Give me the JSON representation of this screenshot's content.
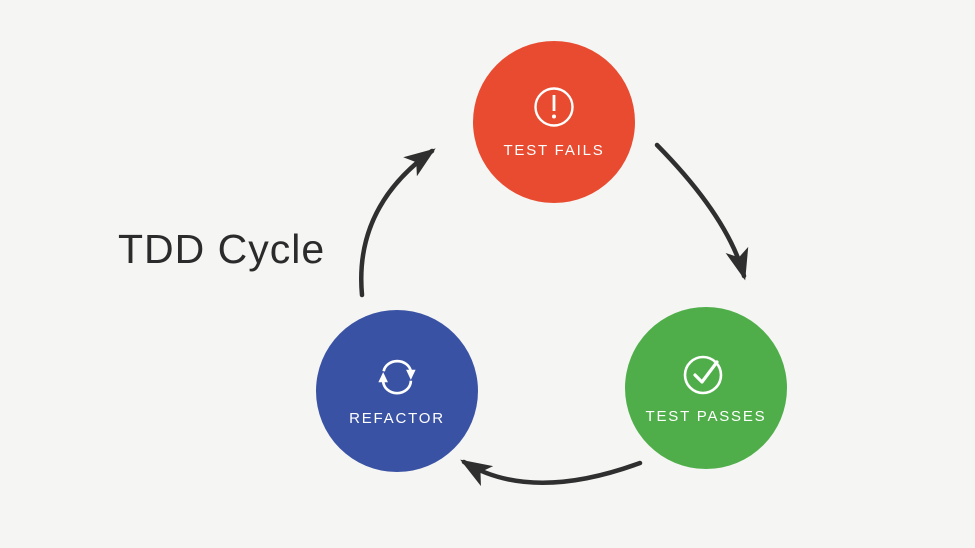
{
  "title": "TDD Cycle",
  "colors": {
    "background": "#f5f5f3",
    "arrow": "#2f2f2f",
    "title_text": "#2b2b2b",
    "node_text": "#ffffff"
  },
  "nodes": [
    {
      "id": "test-fails",
      "label": "TEST FAILS",
      "icon": "alert-circle-icon",
      "color": "#e84b30"
    },
    {
      "id": "test-passes",
      "label": "TEST PASSES",
      "icon": "check-circle-icon",
      "color": "#4fae4a"
    },
    {
      "id": "refactor",
      "label": "REFACTOR",
      "icon": "sync-icon",
      "color": "#3a52a4"
    }
  ],
  "arrows": [
    {
      "from": "test-fails",
      "to": "test-passes"
    },
    {
      "from": "test-passes",
      "to": "refactor"
    },
    {
      "from": "refactor",
      "to": "test-fails"
    }
  ]
}
